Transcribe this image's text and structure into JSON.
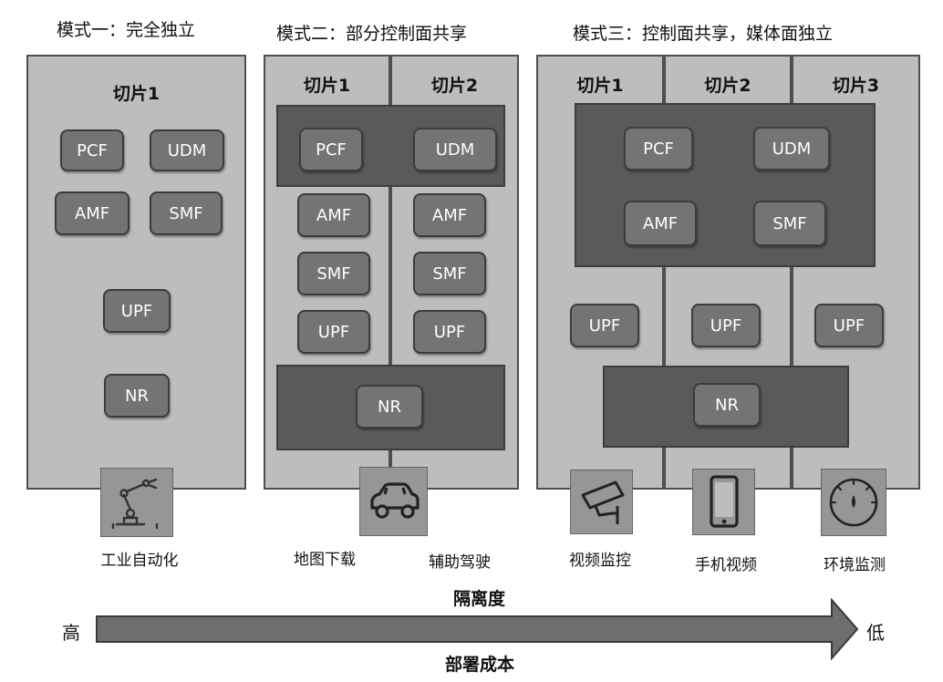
{
  "modes": [
    {
      "title": "模式一：完全独立"
    },
    {
      "title": "模式二：部分控制面共享"
    },
    {
      "title": "模式三：控制面共享，媒体面独立"
    }
  ],
  "slices": {
    "s1": "切片1",
    "s2": "切片2",
    "s3": "切片3"
  },
  "nf": {
    "pcf": "PCF",
    "udm": "UDM",
    "amf": "AMF",
    "smf": "SMF",
    "upf": "UPF",
    "nr": "NR"
  },
  "apps": {
    "industrial_automation": "工业自动化",
    "map_download": "地图下载",
    "assisted_driving": "辅助驾驶",
    "video_surveillance": "视频监控",
    "mobile_video": "手机视频",
    "environment_monitoring": "环境监测"
  },
  "icons": {
    "industrial_automation": "robot-arm-icon",
    "map_download": "car-icon",
    "video_surveillance": "security-camera-icon",
    "mobile_video": "smartphone-icon",
    "environment_monitoring": "gauge-icon"
  },
  "axis": {
    "high": "高",
    "low": "低",
    "top_label": "隔离度",
    "bottom_label": "部署成本"
  },
  "colors": {
    "slice_bg": "#bdbdbd",
    "shared_bg": "#5a5a5a",
    "nf_bg": "#747474",
    "arrow": "#6e6e6e"
  }
}
